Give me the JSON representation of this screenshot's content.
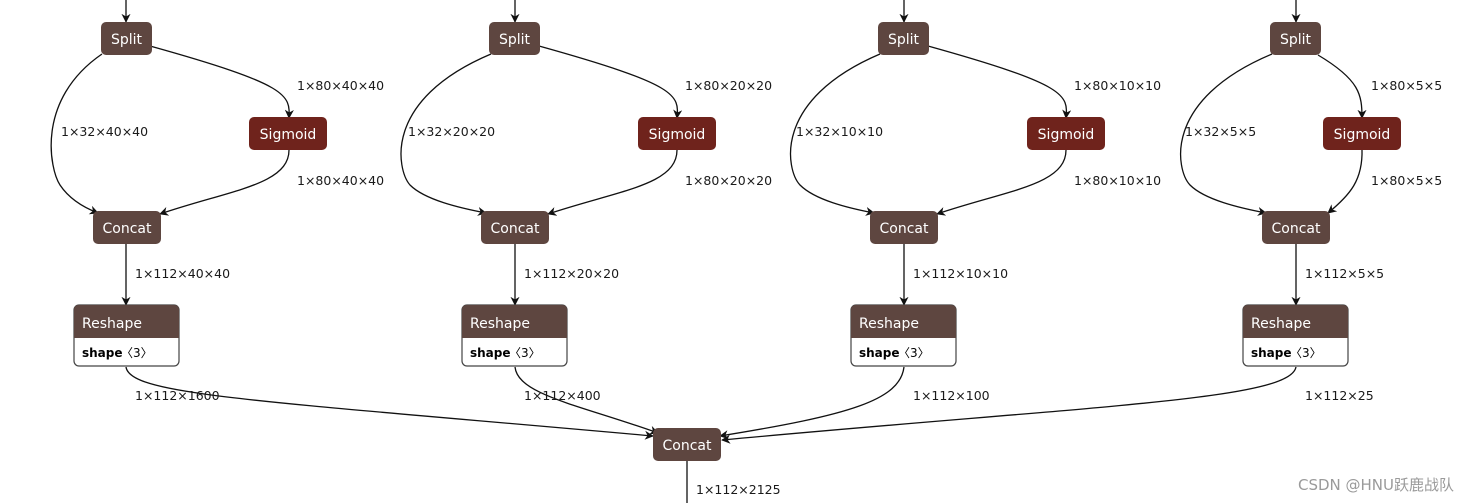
{
  "colors": {
    "op_node": "#5e4640",
    "activation_node": "#6f231c",
    "edge": "#111111",
    "attr_box_border": "#444444"
  },
  "branches": [
    {
      "split_label": "Split",
      "sigmoid_label": "Sigmoid",
      "concat_label": "Concat",
      "reshape_label": "Reshape",
      "reshape_attr_name": "shape",
      "reshape_attr_value": "〈3〉",
      "edge_split_sigmoid": "1×80×40×40",
      "edge_split_concat": "1×32×40×40",
      "edge_sigmoid_concat": "1×80×40×40",
      "edge_concat_reshape": "1×112×40×40",
      "edge_reshape_out": "1×112×1600"
    },
    {
      "split_label": "Split",
      "sigmoid_label": "Sigmoid",
      "concat_label": "Concat",
      "reshape_label": "Reshape",
      "reshape_attr_name": "shape",
      "reshape_attr_value": "〈3〉",
      "edge_split_sigmoid": "1×80×20×20",
      "edge_split_concat": "1×32×20×20",
      "edge_sigmoid_concat": "1×80×20×20",
      "edge_concat_reshape": "1×112×20×20",
      "edge_reshape_out": "1×112×400"
    },
    {
      "split_label": "Split",
      "sigmoid_label": "Sigmoid",
      "concat_label": "Concat",
      "reshape_label": "Reshape",
      "reshape_attr_name": "shape",
      "reshape_attr_value": "〈3〉",
      "edge_split_sigmoid": "1×80×10×10",
      "edge_split_concat": "1×32×10×10",
      "edge_sigmoid_concat": "1×80×10×10",
      "edge_concat_reshape": "1×112×10×10",
      "edge_reshape_out": "1×112×100"
    },
    {
      "split_label": "Split",
      "sigmoid_label": "Sigmoid",
      "concat_label": "Concat",
      "reshape_label": "Reshape",
      "reshape_attr_name": "shape",
      "reshape_attr_value": "〈3〉",
      "edge_split_sigmoid": "1×80×5×5",
      "edge_split_concat": "1×32×5×5",
      "edge_sigmoid_concat": "1×80×5×5",
      "edge_concat_reshape": "1×112×5×5",
      "edge_reshape_out": "1×112×25"
    }
  ],
  "final_concat_label": "Concat",
  "final_output_edge": "1×112×2125",
  "watermark": "CSDN @HNU跃鹿战队"
}
